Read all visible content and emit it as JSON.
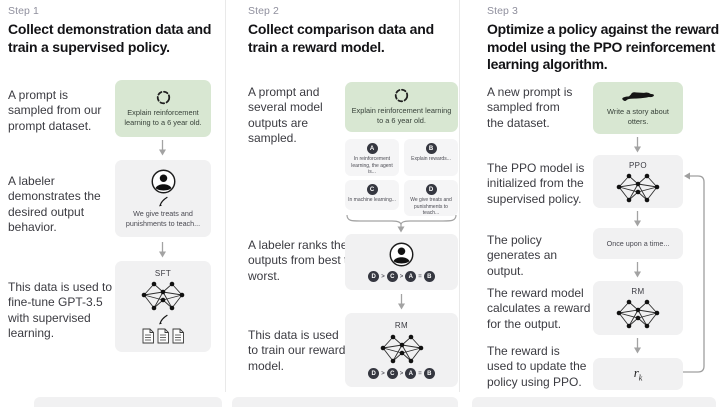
{
  "colors": {
    "background": "#ffffff",
    "green_box": "#d8e7d2",
    "gray_box": "#f1f1f2",
    "card": "#f5f5f6",
    "badge": "#353740",
    "step_label": "#8f8f9d",
    "heading_text": "#131316",
    "body_text": "#3b3b41",
    "arrow": "#a3a3a3",
    "divider": "#e9e9e9"
  },
  "columns": [
    {
      "step": "Step 1",
      "heading": "Collect demonstration data and train a supervised policy.",
      "annotations": {
        "prompt": "A prompt is sampled from our prompt dataset.",
        "labeler": "A labeler demonstrates the desired output behavior.",
        "finetune": "This data is used to fine-tune GPT-3.5 with supervised learning."
      },
      "prompt_box": {
        "icon": "sample-icon",
        "text": "Explain reinforcement learning to a 6 year old."
      },
      "labeler_box": {
        "icons": [
          "labeler-icon",
          "pen-icon"
        ],
        "text": "We give treats and punishments to teach..."
      },
      "model_box": {
        "label": "SFT",
        "icons": [
          "network-icon",
          "pen-icon",
          "documents-icon"
        ]
      }
    },
    {
      "step": "Step 2",
      "heading": "Collect comparison data and train a reward model.",
      "annotations": {
        "sampled": "A prompt and several model outputs are sampled.",
        "ranks": "A labeler ranks the outputs from best to worst.",
        "train": "This data is used to train our reward model."
      },
      "prompt_box": {
        "icon": "sample-icon",
        "text": "Explain reinforcement learning to a 6 year old."
      },
      "cards": [
        {
          "label": "A",
          "text": "In reinforcement learning, the agent is..."
        },
        {
          "label": "B",
          "text": "Explain rewards..."
        },
        {
          "label": "C",
          "text": "In machine learning..."
        },
        {
          "label": "D",
          "text": "We give treats and punishments to teach..."
        }
      ],
      "ranking": {
        "r0": "D",
        "s0": ">",
        "r1": "C",
        "s1": ">",
        "r2": "A",
        "s2": "=",
        "r3": "B"
      },
      "model_box": {
        "label": "RM",
        "icons": [
          "network-icon"
        ]
      }
    },
    {
      "step": "Step 3",
      "heading": "Optimize a policy against the reward model using the PPO reinforcement learning algorithm.",
      "annotations": {
        "new_prompt": "A new prompt is sampled from the dataset.",
        "ppo_init": "The PPO model is initialized from the supervised policy.",
        "generates": "The policy generates an output.",
        "calculates": "The reward model calculates a reward for the output.",
        "update": "The reward is used to update the policy using PPO."
      },
      "prompt_box": {
        "icon": "otter-icon",
        "text": "Write a story about otters."
      },
      "ppo_box": {
        "label": "PPO",
        "icons": [
          "network-icon"
        ]
      },
      "output_box": {
        "text": "Once upon a time..."
      },
      "rm_box": {
        "label": "RM",
        "icons": [
          "network-icon"
        ]
      },
      "reward_box": {
        "symbol": "r",
        "subscript": "k"
      }
    }
  ]
}
